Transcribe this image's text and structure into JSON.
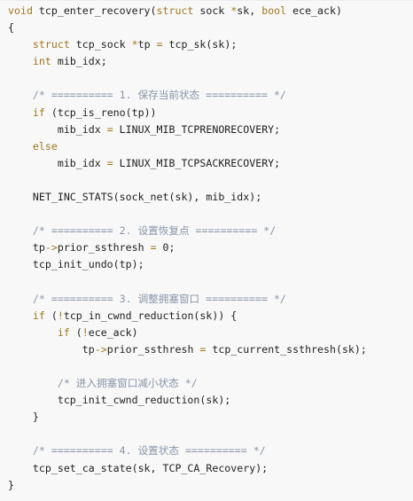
{
  "code_block": {
    "language": "c",
    "colors": {
      "background": "#f8f8f8",
      "keyword": "#a0771c",
      "comment": "#8a96a8",
      "text": "#1f1f1f"
    },
    "lines": [
      [
        {
          "t": "kw",
          "v": "void"
        },
        {
          "t": "id",
          "v": " tcp_enter_recovery("
        },
        {
          "t": "kw",
          "v": "struct"
        },
        {
          "t": "id",
          "v": " sock "
        },
        {
          "t": "op",
          "v": "*"
        },
        {
          "t": "id",
          "v": "sk, "
        },
        {
          "t": "kw",
          "v": "bool"
        },
        {
          "t": "id",
          "v": " ece_ack)"
        }
      ],
      [
        {
          "t": "id",
          "v": "{"
        }
      ],
      [
        {
          "t": "id",
          "v": "    "
        },
        {
          "t": "kw",
          "v": "struct"
        },
        {
          "t": "id",
          "v": " tcp_sock "
        },
        {
          "t": "op",
          "v": "*"
        },
        {
          "t": "id",
          "v": "tp "
        },
        {
          "t": "op",
          "v": "="
        },
        {
          "t": "id",
          "v": " tcp_sk(sk);"
        }
      ],
      [
        {
          "t": "id",
          "v": "    "
        },
        {
          "t": "kw",
          "v": "int"
        },
        {
          "t": "id",
          "v": " mib_idx;"
        }
      ],
      [
        {
          "t": "id",
          "v": ""
        }
      ],
      [
        {
          "t": "id",
          "v": "    "
        },
        {
          "t": "cm",
          "v": "/* ========== 1. 保存当前状态 ========== */"
        }
      ],
      [
        {
          "t": "id",
          "v": "    "
        },
        {
          "t": "kw",
          "v": "if"
        },
        {
          "t": "id",
          "v": " (tcp_is_reno(tp))"
        }
      ],
      [
        {
          "t": "id",
          "v": "        mib_idx "
        },
        {
          "t": "op",
          "v": "="
        },
        {
          "t": "id",
          "v": " LINUX_MIB_TCPRENORECOVERY;"
        }
      ],
      [
        {
          "t": "id",
          "v": "    "
        },
        {
          "t": "kw",
          "v": "else"
        }
      ],
      [
        {
          "t": "id",
          "v": "        mib_idx "
        },
        {
          "t": "op",
          "v": "="
        },
        {
          "t": "id",
          "v": " LINUX_MIB_TCPSACKRECOVERY;"
        }
      ],
      [
        {
          "t": "id",
          "v": ""
        }
      ],
      [
        {
          "t": "id",
          "v": "    NET_INC_STATS(sock_net(sk), mib_idx);"
        }
      ],
      [
        {
          "t": "id",
          "v": ""
        }
      ],
      [
        {
          "t": "id",
          "v": "    "
        },
        {
          "t": "cm",
          "v": "/* ========== 2. 设置恢复点 ========== */"
        }
      ],
      [
        {
          "t": "id",
          "v": "    tp"
        },
        {
          "t": "op",
          "v": "->"
        },
        {
          "t": "id",
          "v": "prior_ssthresh "
        },
        {
          "t": "op",
          "v": "="
        },
        {
          "t": "id",
          "v": " 0;"
        }
      ],
      [
        {
          "t": "id",
          "v": "    tcp_init_undo(tp);"
        }
      ],
      [
        {
          "t": "id",
          "v": ""
        }
      ],
      [
        {
          "t": "id",
          "v": "    "
        },
        {
          "t": "cm",
          "v": "/* ========== 3. 调整拥塞窗口 ========== */"
        }
      ],
      [
        {
          "t": "id",
          "v": "    "
        },
        {
          "t": "kw",
          "v": "if"
        },
        {
          "t": "id",
          "v": " ("
        },
        {
          "t": "op",
          "v": "!"
        },
        {
          "t": "id",
          "v": "tcp_in_cwnd_reduction(sk)) {"
        }
      ],
      [
        {
          "t": "id",
          "v": "        "
        },
        {
          "t": "kw",
          "v": "if"
        },
        {
          "t": "id",
          "v": " ("
        },
        {
          "t": "op",
          "v": "!"
        },
        {
          "t": "id",
          "v": "ece_ack)"
        }
      ],
      [
        {
          "t": "id",
          "v": "            tp"
        },
        {
          "t": "op",
          "v": "->"
        },
        {
          "t": "id",
          "v": "prior_ssthresh "
        },
        {
          "t": "op",
          "v": "="
        },
        {
          "t": "id",
          "v": " tcp_current_ssthresh(sk);"
        }
      ],
      [
        {
          "t": "id",
          "v": ""
        }
      ],
      [
        {
          "t": "id",
          "v": "        "
        },
        {
          "t": "cm",
          "v": "/* 进入拥塞窗口减小状态 */"
        }
      ],
      [
        {
          "t": "id",
          "v": "        tcp_init_cwnd_reduction(sk);"
        }
      ],
      [
        {
          "t": "id",
          "v": "    }"
        }
      ],
      [
        {
          "t": "id",
          "v": ""
        }
      ],
      [
        {
          "t": "id",
          "v": "    "
        },
        {
          "t": "cm",
          "v": "/* ========== 4. 设置状态 ========== */"
        }
      ],
      [
        {
          "t": "id",
          "v": "    tcp_set_ca_state(sk, TCP_CA_Recovery);"
        }
      ],
      [
        {
          "t": "id",
          "v": "}"
        }
      ]
    ]
  }
}
